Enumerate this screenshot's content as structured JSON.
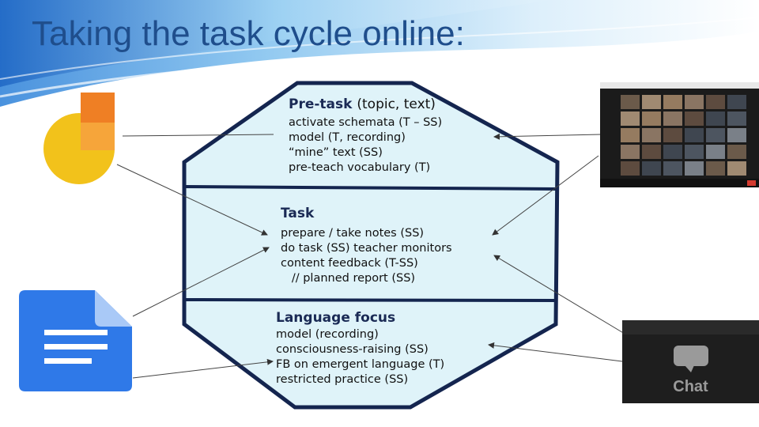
{
  "title": "Taking the task cycle online:",
  "sections": {
    "pretask": {
      "heading": "Pre-task",
      "heading_note": "(topic, text)",
      "lines": [
        "activate schemata (T – SS)",
        "model (T, recording)",
        "“mine” text (SS)",
        "pre-teach vocabulary (T)"
      ]
    },
    "task": {
      "heading": "Task",
      "lines": [
        "prepare / take notes (SS)",
        "do task (SS) teacher monitors",
        "content feedback (T-SS)",
        "   // planned report (SS)"
      ]
    },
    "language_focus": {
      "heading": "Language focus",
      "lines": [
        "model (recording)",
        "consciousness-raising (SS)",
        "FB on emergent language (T)",
        "restricted practice (SS)"
      ]
    }
  },
  "chat_label": "Chat",
  "colors": {
    "title": "#1f4e8c",
    "octagon_fill": "#dff3f9",
    "octagon_stroke": "#14254f",
    "jamboard_orange": "#ef7f24",
    "jamboard_yellow": "#f2c21b",
    "docs_blue": "#2f79e8"
  },
  "icons": [
    "jamboard-icon",
    "google-docs-icon",
    "zoom-gallery-thumbnail",
    "chat-icon"
  ]
}
